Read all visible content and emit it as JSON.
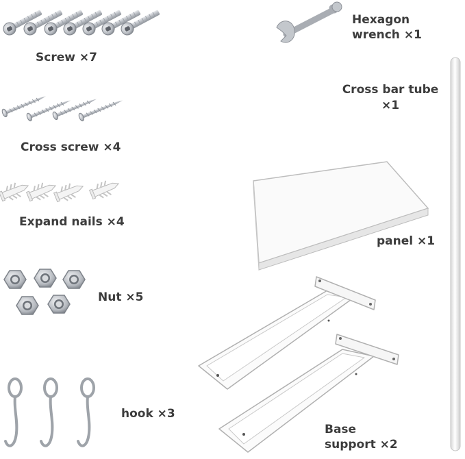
{
  "parts": {
    "screw": "Screw ×7",
    "cross_screw": "Cross screw ×4",
    "expand_nails": "Expand nails ×4",
    "nut": "Nut ×5",
    "hook": "hook ×3",
    "wrench_line1": "Hexagon",
    "wrench_line2": "wrench ×1",
    "tube_line1": "Cross bar tube",
    "tube_line2": "×1",
    "panel": "panel ×1",
    "base_line1": "Base",
    "base_line2": "support ×2"
  },
  "colors": {
    "text": "#3c3c3c",
    "metal": "#c9ccd0",
    "white_part": "#f7f7f7",
    "outline": "#b9b9b9"
  }
}
